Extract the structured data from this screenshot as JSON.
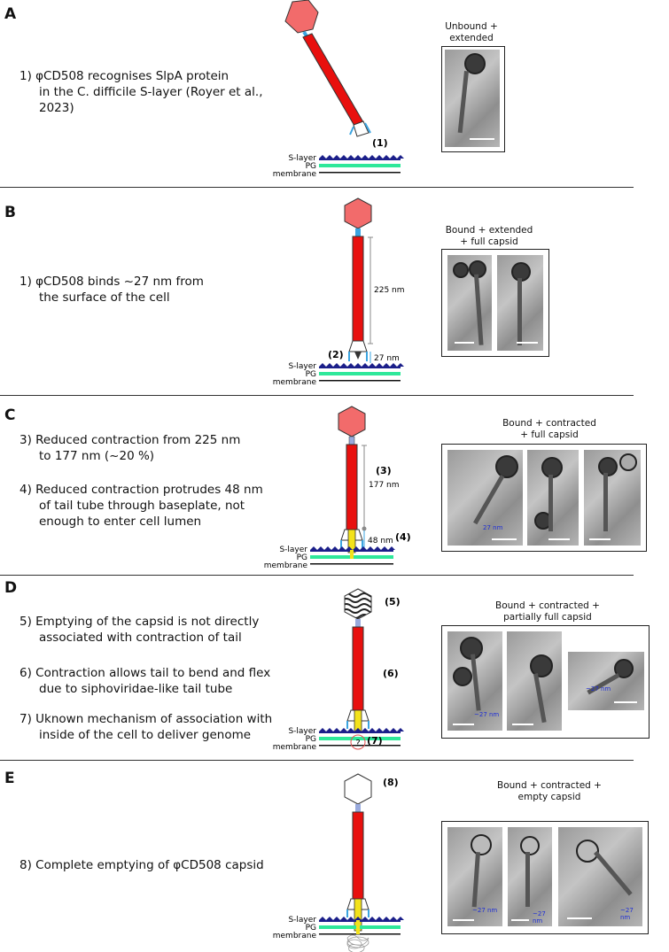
{
  "panels": [
    {
      "id": "A",
      "label": "A",
      "steps": [
        {
          "lines": [
            "1) φCD508 recognises SlpA protein",
            "in the C. difficile S-layer (Royer et al.,",
            "2023)"
          ]
        }
      ],
      "diagram": {
        "marker": "(1)",
        "layers": [
          "S-layer",
          "PG",
          "membrane"
        ]
      },
      "em_title": [
        "Unbound +",
        "extended"
      ]
    },
    {
      "id": "B",
      "label": "B",
      "steps": [
        {
          "lines": [
            "1) φCD508 binds ~27 nm from",
            "the surface of the cell"
          ]
        }
      ],
      "diagram": {
        "marker": "(2)",
        "length_label": "225 nm",
        "gap_label": "27 nm",
        "layers": [
          "S-layer",
          "PG",
          "membrane"
        ]
      },
      "em_title": [
        "Bound + extended",
        "+ full capsid"
      ]
    },
    {
      "id": "C",
      "label": "C",
      "steps": [
        {
          "lines": [
            "3) Reduced contraction from 225 nm",
            "to 177 nm (~20 %)"
          ]
        },
        {
          "lines": [
            "4) Reduced contraction protrudes 48 nm",
            "of tail tube through baseplate, not",
            "enough to enter cell lumen"
          ]
        }
      ],
      "diagram": {
        "marker": "(3)",
        "marker2": "(4)",
        "length_label": "177 nm",
        "gap_label": "48 nm",
        "layers": [
          "S-layer",
          "PG",
          "membrane"
        ]
      },
      "em_title": [
        "Bound + contracted",
        "+ full capsid"
      ],
      "em_annotation": "27 nm"
    },
    {
      "id": "D",
      "label": "D",
      "steps": [
        {
          "lines": [
            "5) Emptying of the capsid is not directly",
            "associated with contraction of tail"
          ]
        },
        {
          "lines": [
            "6) Contraction allows tail to bend and flex",
            "due to siphoviridae-like tail tube"
          ]
        },
        {
          "lines": [
            "7) Uknown mechanism of association with",
            "inside of the cell to deliver genome"
          ]
        }
      ],
      "diagram": {
        "marker": "(5)",
        "marker2": "(6)",
        "marker3": "(7)",
        "question": "?",
        "layers": [
          "S-layer",
          "PG",
          "membrane"
        ]
      },
      "em_title": [
        "Bound + contracted +",
        "partially full capsid"
      ],
      "em_annotation": "~27 nm"
    },
    {
      "id": "E",
      "label": "E",
      "steps": [
        {
          "lines": [
            "8) Complete emptying of φCD508 capsid"
          ]
        }
      ],
      "diagram": {
        "marker": "(8)",
        "layers": [
          "S-layer",
          "PG",
          "membrane"
        ]
      },
      "em_title": [
        "Bound + contracted +",
        "empty capsid"
      ],
      "em_annotation": "~27 nm"
    }
  ],
  "colors": {
    "capsid": "#f26b6b",
    "tail": "#e8100e",
    "baseplate": "#3ba4e0",
    "tube": "#f3e21b",
    "slayer": "#1b1f8a",
    "pg": "#2ee89a",
    "annotation": "#1f2fd6",
    "scale_grey": "#8a8a8a"
  }
}
